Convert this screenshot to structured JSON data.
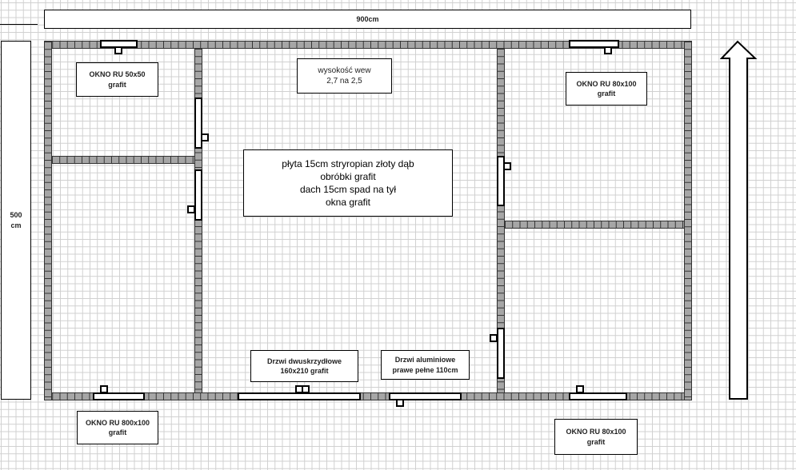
{
  "dimensions": {
    "width_label": "900cm",
    "height_label_1": "500",
    "height_label_2": "cm"
  },
  "labels": {
    "window_top_left": [
      "OKNO RU 50x50",
      "grafit"
    ],
    "height_note": [
      "wysokość wew",
      "2,7 na 2,5"
    ],
    "window_top_right": [
      "OKNO RU 80x100",
      "grafit"
    ],
    "spec": [
      "płyta 15cm stryropian złoty dąb",
      "obróbki grafit",
      "dach 15cm spad na tył",
      "okna grafit"
    ],
    "door_double": [
      "Drzwi dwuskrzydłowe",
      "160x210 grafit"
    ],
    "door_aluminium": [
      "Drzwi aluminiowe",
      "prawe pełne 110cm"
    ],
    "window_bottom_left": [
      "OKNO RU 800x100",
      "grafit"
    ],
    "window_bottom_right": [
      "OKNO RU 80x100",
      "grafit"
    ]
  }
}
